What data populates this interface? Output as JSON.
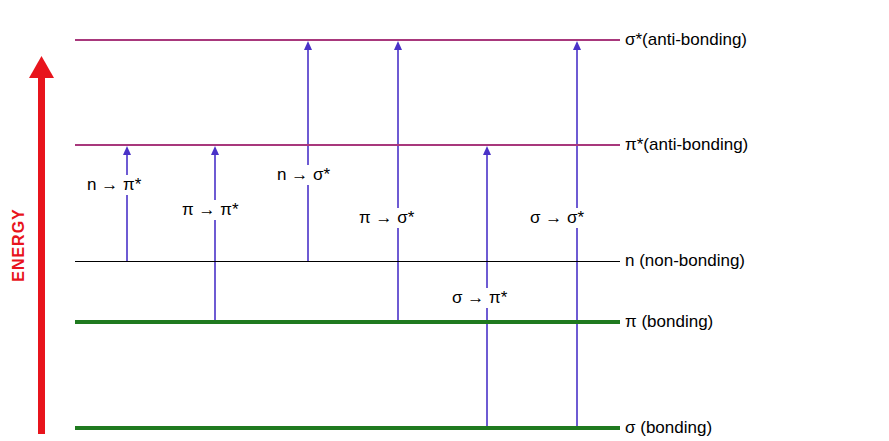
{
  "diagram": {
    "nodes": [
      {
        "text": [
          "σ*(anti-bonding)"
        ]
      },
      {
        "text": [
          "π*(anti-bonding)"
        ]
      },
      {
        "text": [
          "n (non-bonding)"
        ]
      },
      {
        "text": [
          "π (bonding)"
        ]
      },
      {
        "text": [
          "σ (bonding)"
        ]
      }
    ],
    "edges": [
      {
        "from": 2,
        "to": 1,
        "arrow": "to",
        "label": "n → π*"
      },
      {
        "from": 3,
        "to": 1,
        "arrow": "to",
        "label": "π → π*"
      },
      {
        "from": 2,
        "to": 0,
        "arrow": "to",
        "label": "n → σ*"
      },
      {
        "from": 3,
        "to": 0,
        "arrow": "to",
        "label": "π → σ*"
      },
      {
        "from": 4,
        "to": 1,
        "arrow": "to",
        "label": "σ → π*"
      },
      {
        "from": 4,
        "to": 0,
        "arrow": "to",
        "label": "σ → σ*"
      }
    ],
    "labels": [
      "ENERGY"
    ]
  }
}
